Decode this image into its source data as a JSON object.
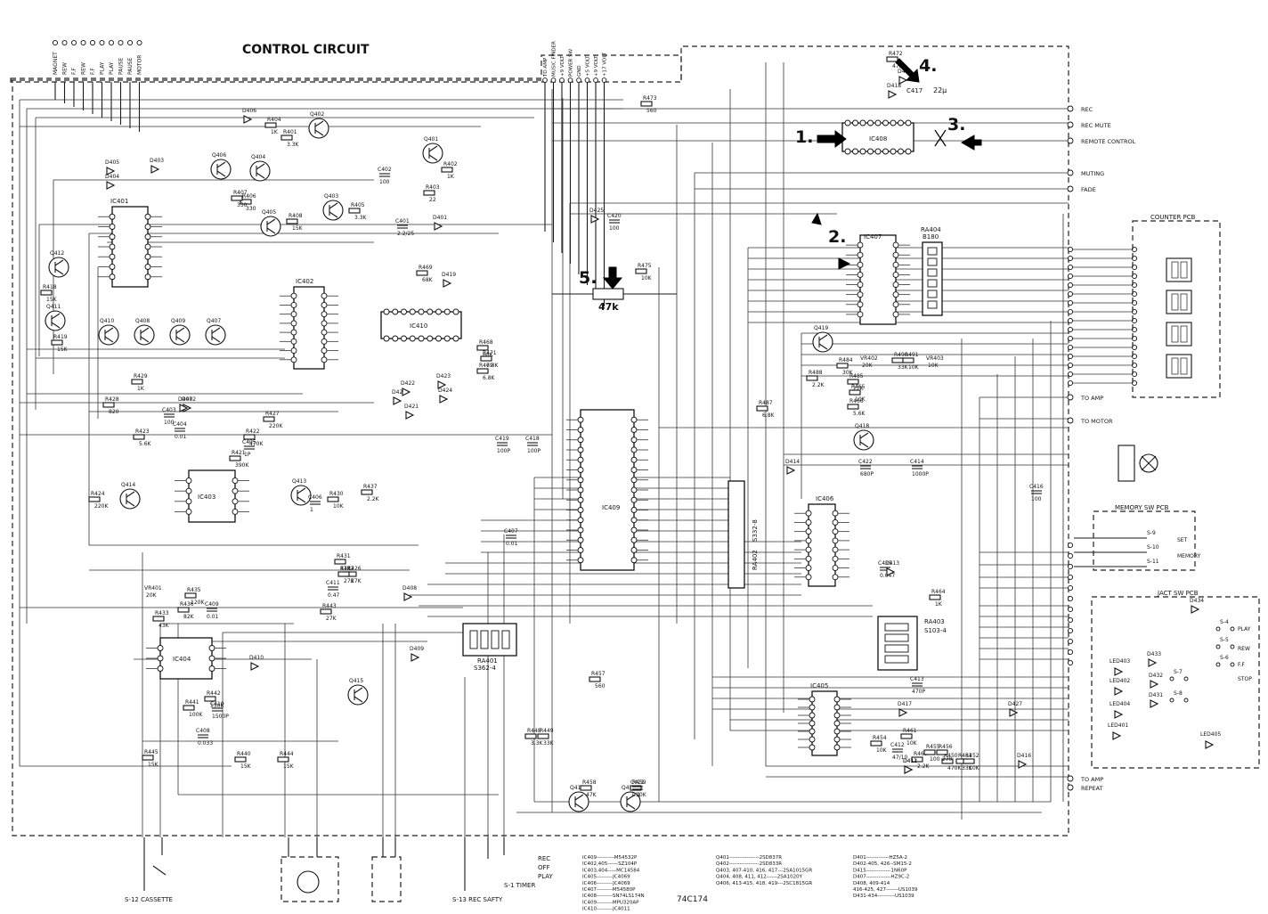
{
  "title": "CONTROL CIRCUIT",
  "top_left_labels": [
    "MAGNET",
    "REW",
    "F.F",
    "REW",
    "F.F",
    "PLAY",
    "PLAY",
    "PAUSE",
    "PAUSE",
    "MOTOR"
  ],
  "top_mid_labels": [
    "TO AMP",
    "MUSIC FINDER",
    "+9 VOLT",
    "POWER SW",
    "GND",
    "+5 VOLT",
    "+9 VOLT",
    "+17 VOLT"
  ],
  "ics": {
    "ic401": "IC401",
    "ic402": "IC402",
    "ic403": "IC403",
    "ic404": "IC404",
    "ic405": "IC405",
    "ic406": "IC406",
    "ic407": "IC407",
    "ic408": "IC408",
    "ic409": "IC409",
    "ic410": "IC410"
  },
  "transistors": {
    "q401": "Q401",
    "q402": "Q402",
    "q403": "Q403",
    "q404": "Q404",
    "q405": "Q405",
    "q406": "Q406",
    "q407": "Q407",
    "q408": "Q408",
    "q409": "Q409",
    "q410": "Q410",
    "q411": "Q411",
    "q412": "Q412",
    "q413": "Q413",
    "q414": "Q414",
    "q415": "Q415",
    "q416": "Q416",
    "q417": "Q417",
    "q418": "Q418",
    "q419": "Q419"
  },
  "resistor_arrays": {
    "ra401": "RA401",
    "ra401_val": "S362-4",
    "ra402": "RA402",
    "ra402_val": "S332-8",
    "ra403": "RA403",
    "ra403_val": "S103-4",
    "ra404": "RA404",
    "ra404_val": "B180"
  },
  "markers": {
    "m1": "1.",
    "m2": "2.",
    "m3": "3.",
    "m4": "4.",
    "m5": "5."
  },
  "pot": {
    "value": "47k"
  },
  "c417": {
    "name": "C417",
    "value": "22μ"
  },
  "right_signals": [
    "REC",
    "REC MUTE",
    "REMOTE CONTROL",
    "MUTING",
    "FADE"
  ],
  "right_outputs": [
    "TO AMP",
    "TO MOTOR",
    "TO AMP",
    "REPEAT"
  ],
  "counter_pcb": {
    "title": "COUNTER PCB"
  },
  "memory_pcb": {
    "title": "MEMORY SW PCB",
    "s9": "S-9",
    "s10": "S-10",
    "s11": "S-11",
    "set": "SET",
    "memory": "MEMORY"
  },
  "jack_pcb": {
    "title": "JACT SW PCB",
    "switches": [
      "S-4",
      "S-5",
      "S-6",
      "S-7",
      "S-8"
    ],
    "funcs": [
      "PLAY",
      "REW",
      "F.F",
      "STOP"
    ],
    "leds": [
      "LED403",
      "LED402",
      "LED404",
      "LED401",
      "LED405"
    ]
  },
  "bottom_switches": {
    "s12": "S-12 CASSETTE",
    "s13": "S-13 REC SAFTY",
    "s1": "S-1 TIMER",
    "rec": "REC",
    "off": "OFF",
    "play": "PLAY"
  },
  "resistors": [
    "R404",
    "R401",
    "R405",
    "R406",
    "R407",
    "R408",
    "R403",
    "R402",
    "R473",
    "R475",
    "R418",
    "R419",
    "R469",
    "R468",
    "R471",
    "R479",
    "R427",
    "R422",
    "R421",
    "R423",
    "R424",
    "R428",
    "R429",
    "R437",
    "R431",
    "R430",
    "R426",
    "R432",
    "R435",
    "R436",
    "R433",
    "R443",
    "R442",
    "R441",
    "R440",
    "R444",
    "R445",
    "R457",
    "R448",
    "R449",
    "R458",
    "R459",
    "R460",
    "R461",
    "R465",
    "R466",
    "R484",
    "R485",
    "R487",
    "R488",
    "R490",
    "R491",
    "R450",
    "R451",
    "R452",
    "R454",
    "R455",
    "R456",
    "R464",
    "R472"
  ],
  "resistor_values": [
    "1K",
    "3.3K",
    "3.3K",
    "330",
    "330",
    "15K",
    "22",
    "1K",
    "560",
    "10K",
    "15K",
    "15K",
    "68K",
    "68K",
    "6.8K",
    "6.8K",
    "220K",
    "470K",
    "390K",
    "5.6K",
    "220K",
    "820",
    "1K",
    "2.2K",
    "47K",
    "10K",
    "27K",
    "27K",
    "120K",
    "82K",
    "43K",
    "27K",
    "150K",
    "100K",
    "15K",
    "15K",
    "15K",
    "560",
    "3.3K",
    "33K",
    "47K",
    "10K",
    "2.2K",
    "10K",
    "10K",
    "5.6K",
    "30K",
    "22K",
    "6.8K",
    "2.2K",
    "33K",
    "10K",
    "470K",
    "33K",
    "10K",
    "10K",
    "100",
    "270",
    "1K",
    "47K"
  ],
  "capacitors": [
    "C401",
    "C402",
    "C403",
    "C404",
    "C405",
    "C406",
    "C407",
    "C408",
    "C409",
    "C410",
    "C411",
    "C412",
    "C413",
    "C414",
    "C415",
    "C416",
    "C417",
    "C418",
    "C419",
    "C420",
    "C421",
    "C422"
  ],
  "capacitor_values": [
    "2.2/25",
    "100",
    "100",
    "0.01",
    "1P",
    "1",
    "0.01",
    "0.033",
    "0.01",
    "1500P",
    "0.47",
    "47/10",
    "470P",
    "1000P",
    "0.047",
    "100",
    "22μ",
    "100P",
    "100P",
    "100",
    "0.1",
    "680P"
  ],
  "diodes": [
    "D401",
    "D402",
    "D403",
    "D404",
    "D405",
    "D406",
    "D407",
    "D408",
    "D409",
    "D410",
    "D411",
    "D412",
    "D413",
    "D414",
    "D415",
    "D416",
    "D417",
    "D418",
    "D419",
    "D420",
    "D421",
    "D422",
    "D423",
    "D424",
    "D425",
    "D427",
    "D431",
    "D432",
    "D433",
    "D434"
  ],
  "vr": [
    "VR401",
    "VR402",
    "VR403"
  ],
  "vr_values": [
    "20K",
    "20K",
    "10K"
  ],
  "parts_list": {
    "col1": [
      "IC409----------M54532P",
      "IC402,405------SZ104P",
      "IC403,404-----MC14584",
      "IC405---------JC4069",
      "IC406---------JC4069",
      "IC407---------M54580P",
      "IC408---------SN74LS174N",
      "IC409---------MPU320AP",
      "IC410---------JC4011"
    ],
    "col2": [
      "Q401-----------------2SD837R",
      "Q402-----------------2SD833R",
      "Q403, 407-410, 416, 417---2SA1015GR",
      "Q404, 408, 411, 412------2SA1020Y",
      "Q406, 413-415, 418, 419---2SC1815GR"
    ],
    "col3": [
      "D401-------------HZ5A-2",
      "D402-405, 426--SM15-2",
      "D415--------------1N60P",
      "D407--------------HZ9C-2",
      "D408, 409-414",
      "416-425, 427-------US1039",
      "D431-434----------US1039"
    ],
    "handwritten": "74C174"
  }
}
